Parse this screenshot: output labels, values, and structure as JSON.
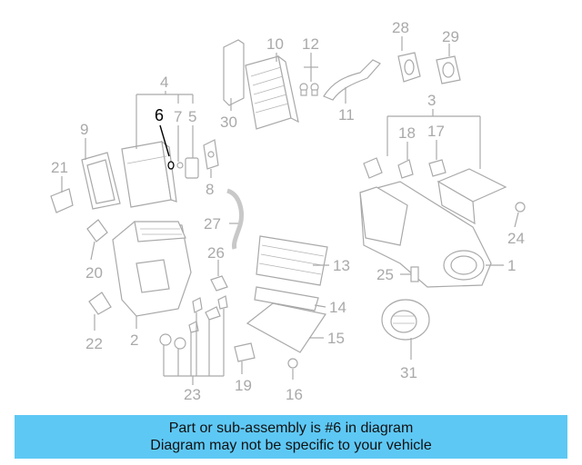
{
  "diagram": {
    "highlighted_part": "6",
    "callouts": [
      "1",
      "2",
      "3",
      "4",
      "5",
      "6",
      "7",
      "8",
      "9",
      "10",
      "11",
      "12",
      "13",
      "14",
      "15",
      "16",
      "17",
      "18",
      "19",
      "20",
      "21",
      "22",
      "23",
      "24",
      "25",
      "26",
      "27",
      "28",
      "29",
      "30",
      "31"
    ]
  },
  "banner": {
    "line1": "Part or sub-assembly is #6 in diagram",
    "line2": "Diagram may not be specific to your vehicle",
    "color": "#5ec8f5"
  },
  "colors": {
    "line_art": "#a9a9a9",
    "highlight": "#000000"
  }
}
